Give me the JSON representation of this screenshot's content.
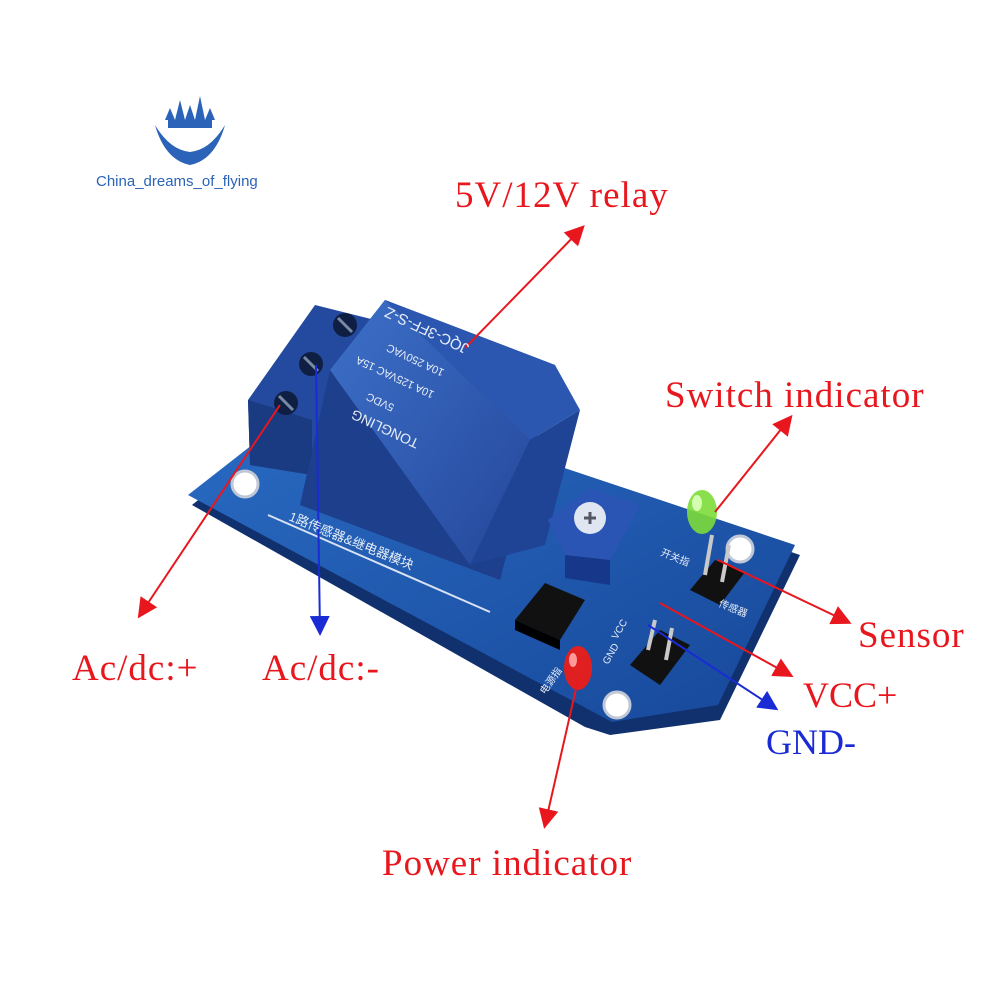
{
  "brand": {
    "name": "China_dreams_of_flying",
    "color": "#2a63b8"
  },
  "labels": {
    "relay": "5V/12V relay",
    "switch_indicator": "Switch indicator",
    "sensor": "Sensor",
    "vcc": "VCC+",
    "gnd": "GND-",
    "power_indicator": "Power indicator",
    "acdc_plus": "Ac/dc:+",
    "acdc_minus": "Ac/dc:-"
  },
  "relay_markings": {
    "model": "JQC-3FF-S-Z",
    "rating_1": "10A 250VAC",
    "rating_2": "10A 125VAC 15A",
    "voltage": "5VDC",
    "maker": "TONGLING"
  },
  "board_text": {
    "silkscreen": "1路传感器&继电器模块",
    "vcc_pin": "VCC",
    "gnd_pin": "GND",
    "switch_label": "开关指",
    "sensor_label": "传感器",
    "power_label": "电源指"
  },
  "colors": {
    "label_red": "#e8171e",
    "label_blue": "#1a2bd6",
    "pcb": "#1f5fb8",
    "relay_body": "#2f5db6",
    "led_green": "#7ddb3a",
    "led_red": "#e02020"
  }
}
